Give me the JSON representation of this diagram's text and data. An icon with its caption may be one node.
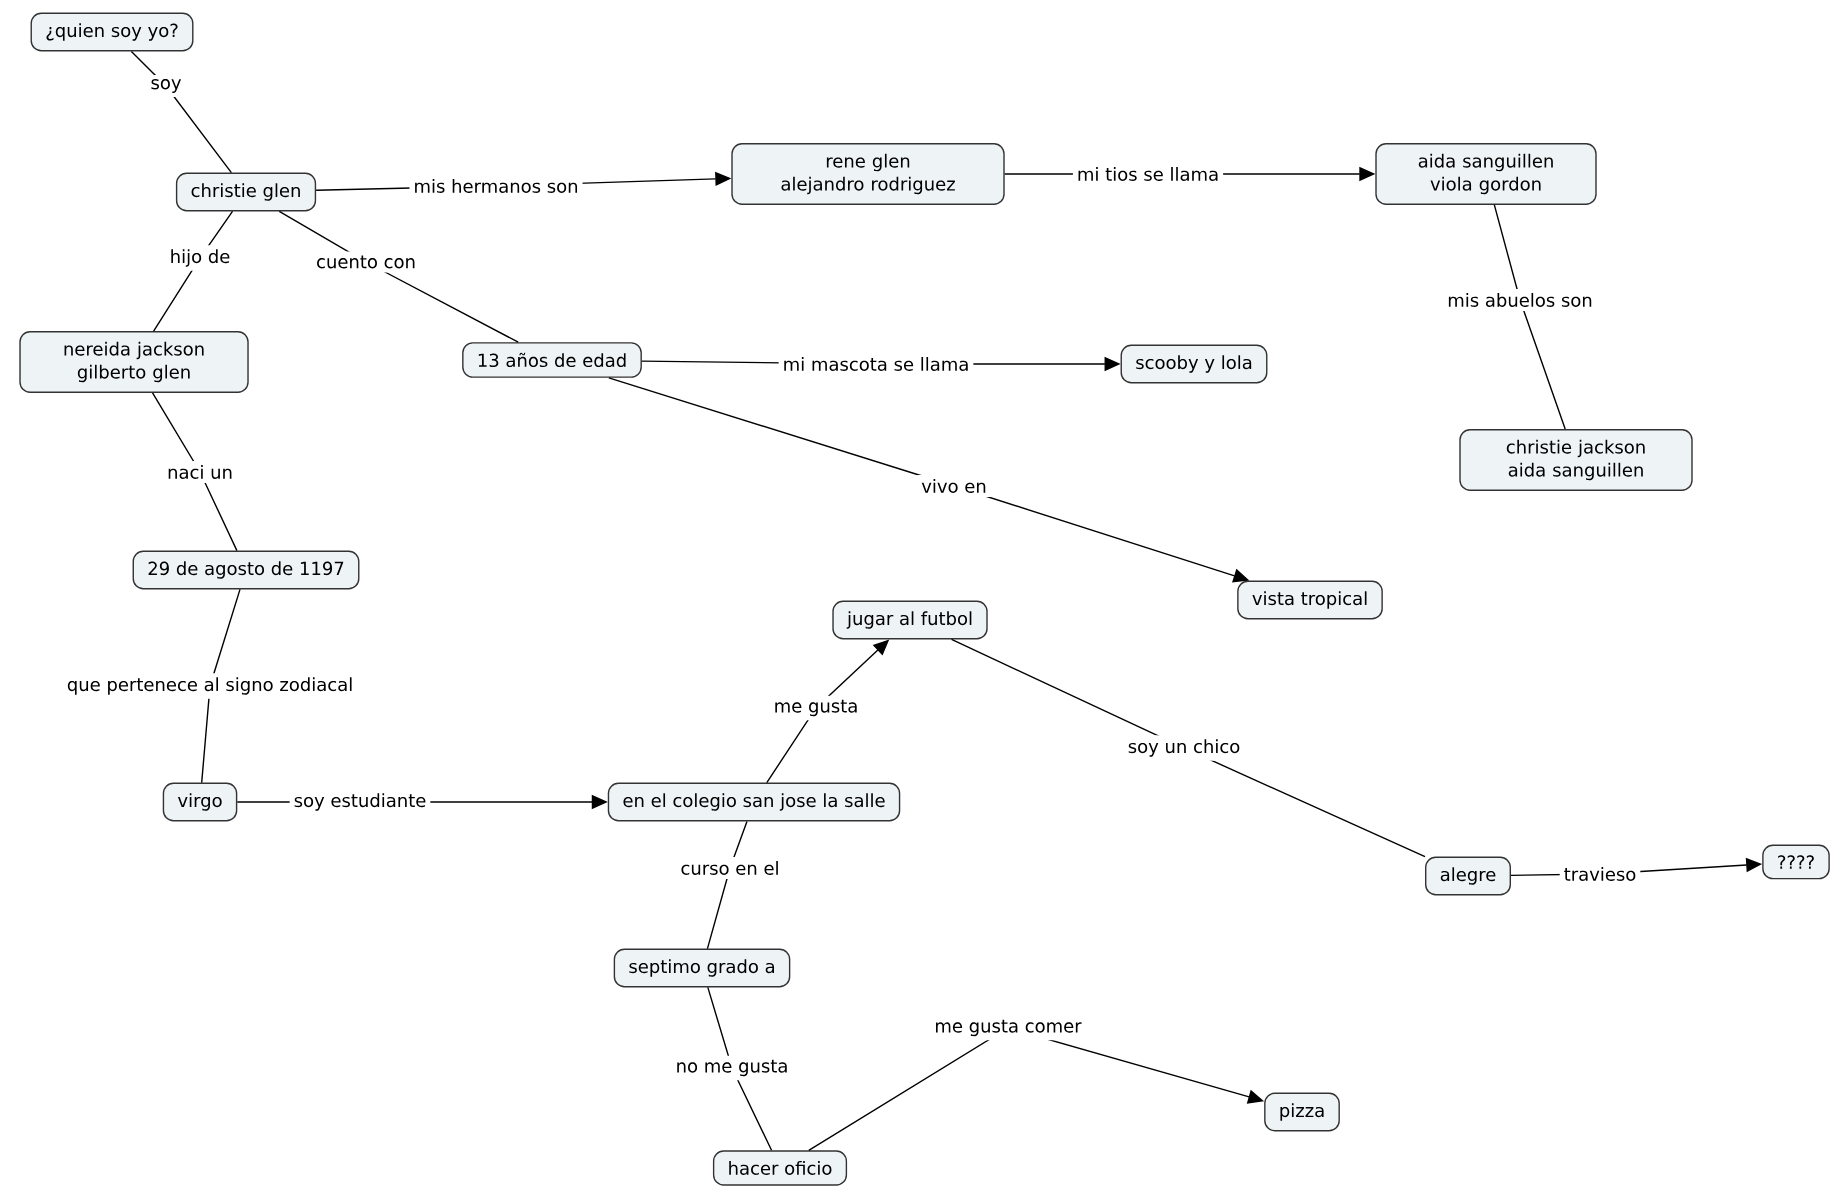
{
  "diagram": {
    "nodes": [
      {
        "text": [
          "¿quien soy yo?"
        ]
      },
      {
        "text": [
          "christie glen"
        ]
      },
      {
        "text": [
          "rene glen alejandro rodriguez"
        ]
      },
      {
        "text": [
          "aida sanguillen viola gordon"
        ]
      },
      {
        "text": [
          "nereida jackson gilberto glen"
        ]
      },
      {
        "text": [
          "13 años de edad"
        ]
      },
      {
        "text": [
          "scooby y lola"
        ]
      },
      {
        "text": [
          "christie jackson aida sanguillen"
        ]
      },
      {
        "text": [
          "29 de agosto de 1197"
        ]
      },
      {
        "text": [
          "vista tropical"
        ]
      },
      {
        "text": [
          "jugar al futbol"
        ]
      },
      {
        "text": [
          "virgo"
        ]
      },
      {
        "text": [
          "en el colegio san jose la salle"
        ]
      },
      {
        "text": [
          "alegre"
        ]
      },
      {
        "text": [
          "????"
        ]
      },
      {
        "text": [
          "septimo grado a"
        ]
      },
      {
        "text": [
          "hacer  oficio"
        ]
      },
      {
        "text": [
          "pizza"
        ]
      }
    ],
    "edges": [
      {
        "from": 0,
        "to": 1,
        "label": "soy",
        "arrow": "none"
      },
      {
        "from": 1,
        "to": 2,
        "label": "mis hermanos son",
        "arrow": "to"
      },
      {
        "from": 1,
        "to": 4,
        "label": "hijo de",
        "arrow": "none"
      },
      {
        "from": 1,
        "to": 5,
        "label": "cuento con",
        "arrow": "none"
      },
      {
        "from": 2,
        "to": 3,
        "label": "mi tios se llama",
        "arrow": "to"
      },
      {
        "from": 3,
        "to": 7,
        "label": "mis abuelos son",
        "arrow": "none"
      },
      {
        "from": 5,
        "to": 6,
        "label": "mi mascota se llama",
        "arrow": "to"
      },
      {
        "from": 5,
        "to": 9,
        "label": "vivo en",
        "arrow": "to"
      },
      {
        "from": 4,
        "to": 8,
        "label": "naci un",
        "arrow": "none"
      },
      {
        "from": 8,
        "to": 11,
        "label": "que pertenece al signo zodiacal",
        "arrow": "none"
      },
      {
        "from": 11,
        "to": 12,
        "label": "soy estudiante",
        "arrow": "to"
      },
      {
        "from": 12,
        "to": 10,
        "label": "me gusta",
        "arrow": "to"
      },
      {
        "from": 10,
        "to": 13,
        "label": "soy un chico",
        "arrow": "none"
      },
      {
        "from": 13,
        "to": 14,
        "label": "travieso",
        "arrow": "to"
      },
      {
        "from": 12,
        "to": 15,
        "label": "curso en el",
        "arrow": "none"
      },
      {
        "from": 15,
        "to": 16,
        "label": "no me gusta",
        "arrow": "none"
      },
      {
        "from": 16,
        "to": 17,
        "label": "me gusta comer",
        "arrow": "to"
      }
    ]
  }
}
